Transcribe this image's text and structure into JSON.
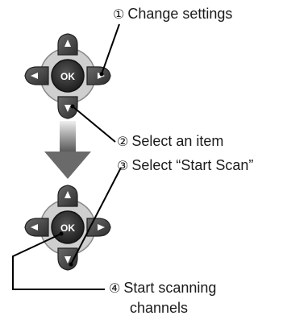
{
  "steps": [
    {
      "num": "①",
      "text": "Change settings"
    },
    {
      "num": "②",
      "text": "Select an item"
    },
    {
      "num": "③",
      "text": "Select “Start Scan”"
    },
    {
      "num": "④",
      "text": "Start scanning",
      "text2": "channels"
    }
  ],
  "dpad": {
    "ok_label": "OK"
  },
  "colors": {
    "pad_dark": "#3d3d3d",
    "pad_rim": "#9a9a9a",
    "ok_center": "#2b2b2b",
    "leader": "#000000"
  }
}
